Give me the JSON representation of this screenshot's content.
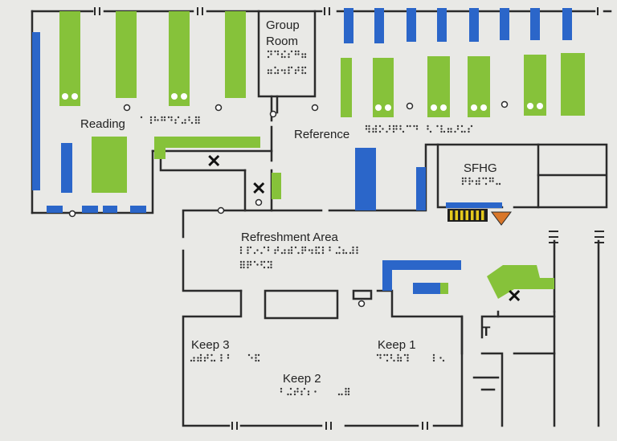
{
  "map": {
    "labels": {
      "group_room_line1": "Group",
      "group_room_line2": "Room",
      "reading": "Reading",
      "reference": "Reference",
      "sfhg": "SFHG",
      "refreshment_area": "Refreshment Area",
      "keep_3": "Keep 3",
      "keep_1": "Keep 1",
      "keep_2": "Keep 2",
      "toilet_symbol": "T",
      "x_marker": "✕"
    },
    "colors": {
      "background": "#e9e9e6",
      "wall": "#2b2b2b",
      "shelf_blue": "#2b66c9",
      "furniture_green": "#86c23a",
      "braille": "#3a3a3a",
      "stairs_yellow": "#e4c91c",
      "arrow_orange": "#d9772a"
    }
  }
}
